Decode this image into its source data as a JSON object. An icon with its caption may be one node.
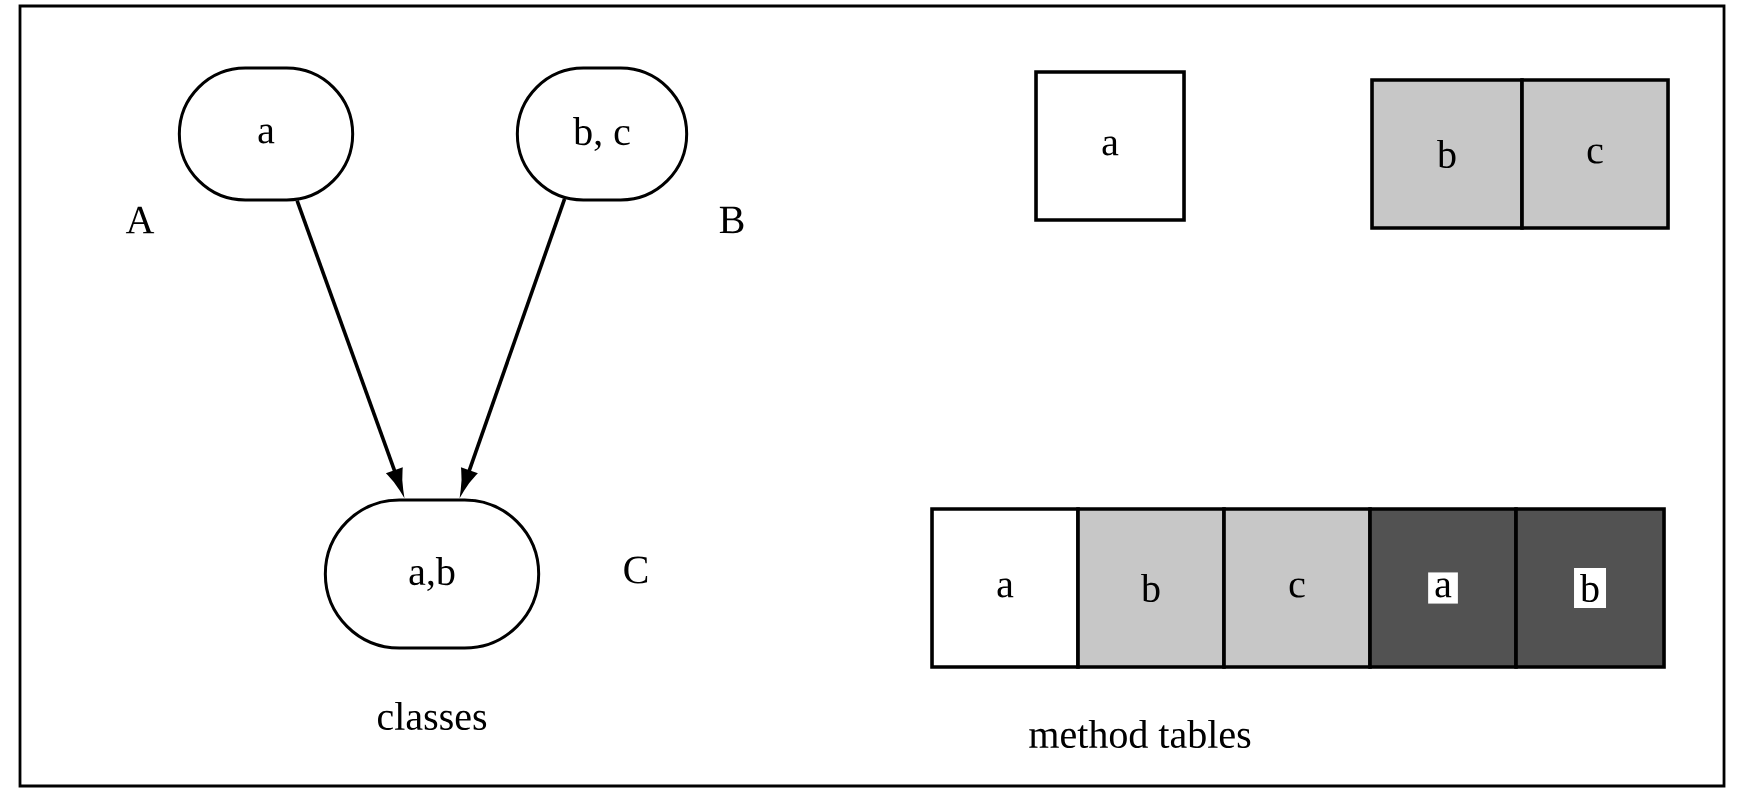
{
  "diagram": {
    "nodes": [
      {
        "text": [
          "a"
        ],
        "beside": [
          "A"
        ]
      },
      {
        "text": [
          "b, c"
        ],
        "beside": [
          "B"
        ]
      },
      {
        "text": [
          "a,b"
        ],
        "beside": [
          "C"
        ]
      },
      {
        "text": [
          "a"
        ]
      },
      {
        "text": [
          "b"
        ]
      },
      {
        "text": [
          "c"
        ]
      },
      {
        "text": [
          "a"
        ]
      },
      {
        "text": [
          "b"
        ]
      },
      {
        "text": [
          "c"
        ]
      },
      {
        "text": [
          "a"
        ]
      },
      {
        "text": [
          "b"
        ]
      }
    ],
    "edges": [
      {
        "from": 0,
        "to": 2,
        "arrow": "to"
      },
      {
        "from": 1,
        "to": 2,
        "arrow": "to"
      }
    ],
    "labels": [
      "classes",
      "method tables"
    ]
  }
}
